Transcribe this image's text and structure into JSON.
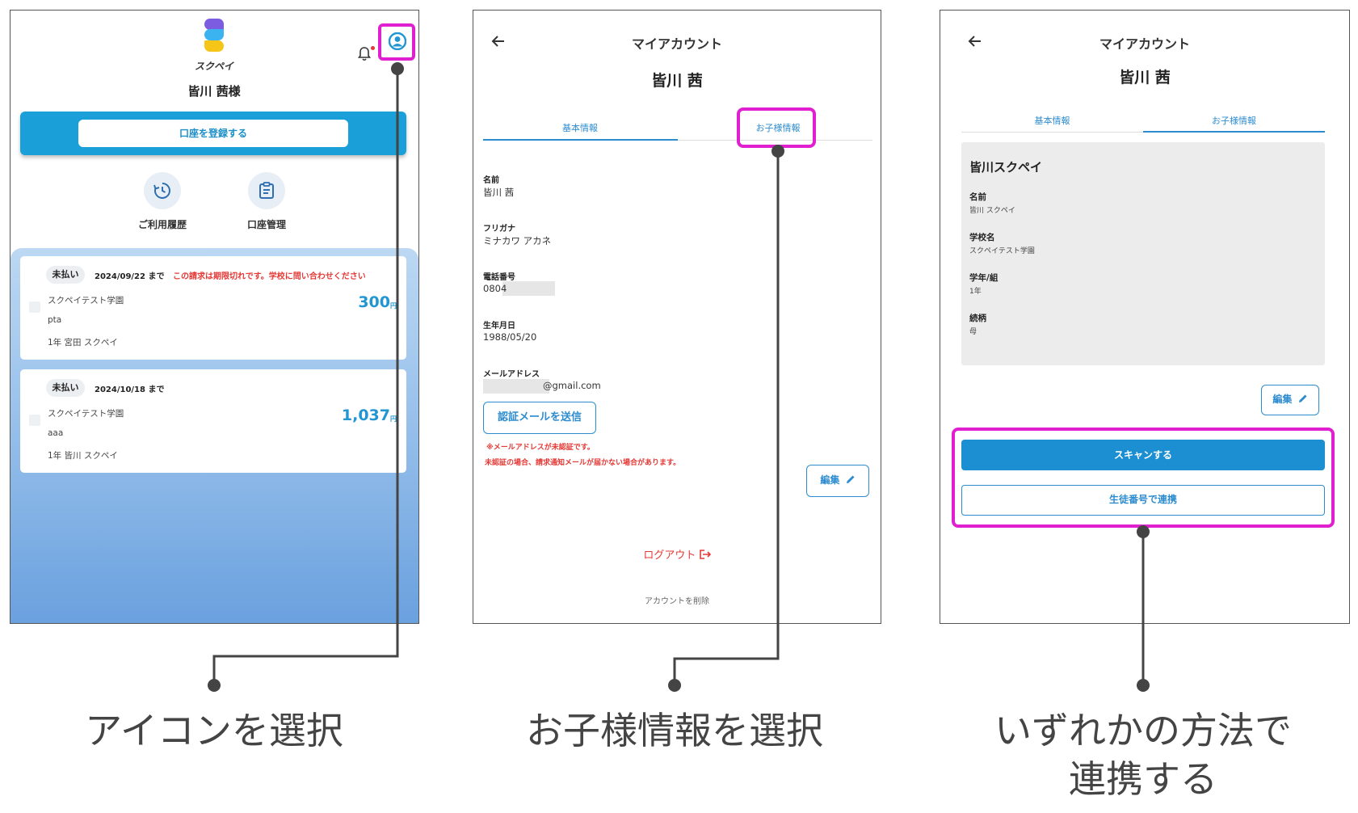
{
  "screen1": {
    "logo_text": "スクペイ",
    "user_name": "皆川 茜様",
    "register_button": "口座を登録する",
    "quick_actions": [
      {
        "label": "ご利用履歴",
        "icon": "history-icon"
      },
      {
        "label": "口座管理",
        "icon": "account-management-icon"
      }
    ],
    "bills": [
      {
        "status": "未払い",
        "due": "2024/09/22 まで",
        "warning": "この請求は期限切れです。学校に問い合わせください",
        "school": "スクペイテスト学園",
        "item": "pta",
        "student": "1年  宮田 スクペイ",
        "amount": "300",
        "currency": "円"
      },
      {
        "status": "未払い",
        "due": "2024/10/18 まで",
        "warning": "",
        "school": "スクペイテスト学園",
        "item": "aaa",
        "student": "1年  皆川 スクペイ",
        "amount": "1,037",
        "currency": "円"
      }
    ],
    "colors": {
      "accent": "#1b9fd9",
      "highlight": "#e020d0",
      "overdue": "#e53935"
    }
  },
  "screen2": {
    "title": "マイアカウント",
    "name": "皆川 茜",
    "tabs": [
      "基本情報",
      "お子様情報"
    ],
    "active_tab": "基本情報",
    "fields": [
      {
        "label": "名前",
        "value": "皆川 茜"
      },
      {
        "label": "フリガナ",
        "value": "ミナカワ アカネ"
      },
      {
        "label": "電話番号",
        "value": "0804"
      },
      {
        "label": "生年月日",
        "value": "1988/05/20"
      },
      {
        "label": "メールアドレス",
        "value": "@gmail.com"
      }
    ],
    "send_verification_button": "認証メールを送信",
    "unverified_notice_1": "※メールアドレスが未認証です。",
    "unverified_notice_2": "未認証の場合、請求通知メールが届かない場合があります。",
    "edit_button": "編集",
    "logout": "ログアウト",
    "delete_account": "アカウントを削除"
  },
  "screen3": {
    "title": "マイアカウント",
    "name": "皆川 茜",
    "tabs": [
      "基本情報",
      "お子様情報"
    ],
    "active_tab": "お子様情報",
    "child": {
      "heading": "皆川スクペイ",
      "fields": [
        {
          "label": "名前",
          "value": "皆川 スクペイ"
        },
        {
          "label": "学校名",
          "value": "スクペイテスト学園"
        },
        {
          "label": "学年/組",
          "value": "1年"
        },
        {
          "label": "続柄",
          "value": "母"
        }
      ]
    },
    "edit_button": "編集",
    "scan_button": "スキャンする",
    "link_by_student_number_button": "生徒番号で連携"
  },
  "captions": {
    "step1": "アイコンを選択",
    "step2": "お子様情報を選択",
    "step3_line1": "いずれかの方法で",
    "step3_line2": "連携する"
  }
}
